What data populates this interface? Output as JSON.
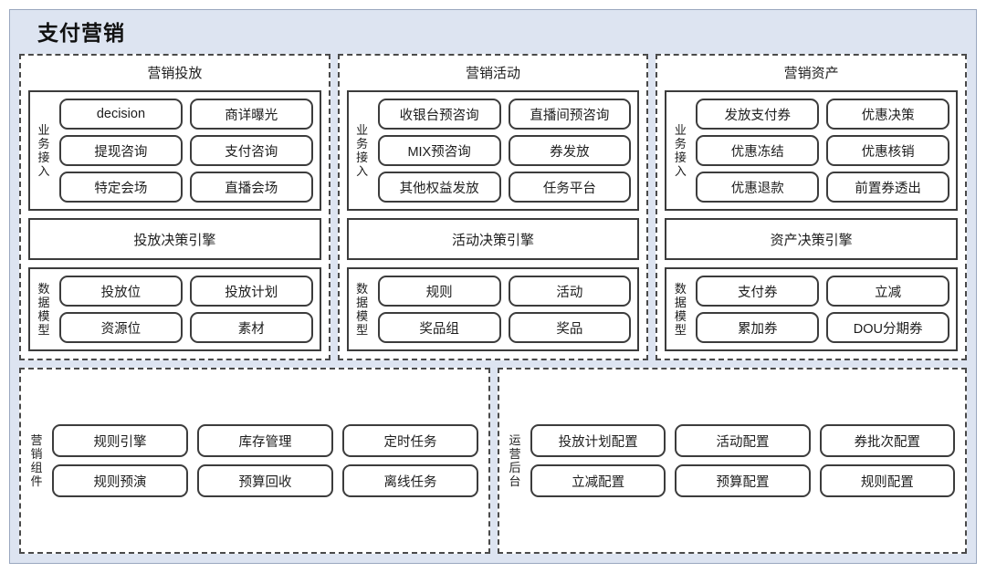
{
  "page": {
    "title": "支付营销",
    "background_color": "#dde4f1",
    "panel_color": "#ffffff",
    "border_color": "#3c3c3c"
  },
  "columns": [
    {
      "title": "营销投放",
      "access": {
        "label": "业务接入",
        "items": [
          "decision",
          "商详曝光",
          "提现咨询",
          "支付咨询",
          "特定会场",
          "直播会场"
        ]
      },
      "engine": "投放决策引擎",
      "model": {
        "label": "数据模型",
        "items": [
          "投放位",
          "投放计划",
          "资源位",
          "素材"
        ]
      }
    },
    {
      "title": "营销活动",
      "access": {
        "label": "业务接入",
        "items": [
          "收银台预咨询",
          "直播间预咨询",
          "MIX预咨询",
          "券发放",
          "其他权益发放",
          "任务平台"
        ]
      },
      "engine": "活动决策引擎",
      "model": {
        "label": "数据模型",
        "items": [
          "规则",
          "活动",
          "奖品组",
          "奖品"
        ]
      }
    },
    {
      "title": "营销资产",
      "access": {
        "label": "业务接入",
        "items": [
          "发放支付券",
          "优惠决策",
          "优惠冻结",
          "优惠核销",
          "优惠退款",
          "前置券透出"
        ]
      },
      "engine": "资产决策引擎",
      "model": {
        "label": "数据模型",
        "items": [
          "支付券",
          "立减",
          "累加券",
          "DOU分期券"
        ]
      }
    }
  ],
  "bottom": [
    {
      "label": "营销组件",
      "items": [
        "规则引擎",
        "库存管理",
        "定时任务",
        "规则预演",
        "预算回收",
        "离线任务"
      ]
    },
    {
      "label": "运营后台",
      "items": [
        "投放计划配置",
        "活动配置",
        "券批次配置",
        "立减配置",
        "预算配置",
        "规则配置"
      ]
    }
  ]
}
